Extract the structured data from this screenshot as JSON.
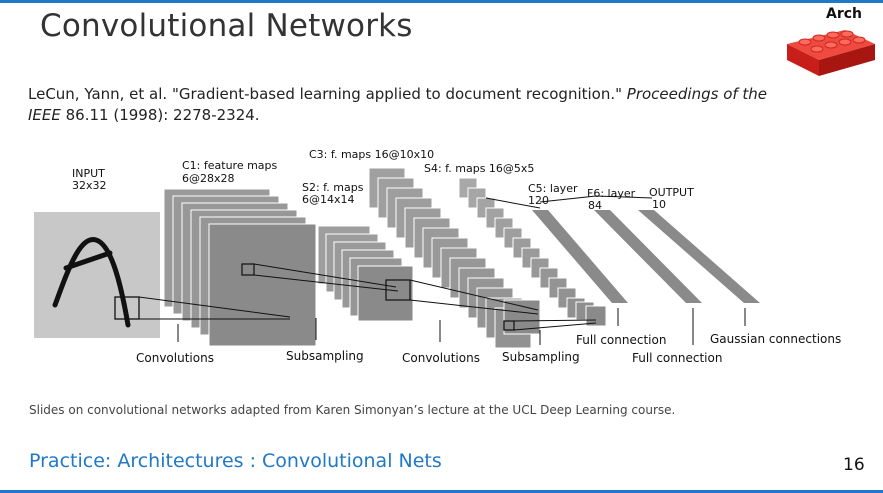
{
  "slide": {
    "title": "Convolutional Networks",
    "badge_label": "Arch",
    "citation": {
      "authors": "LeCun, Yann, et al. \"Gradient-based learning applied to document recognition.\" ",
      "journal_part1": "Proceedings of the",
      "journal_part2": "IEEE",
      "details": " 86.11 (1998): 2278-2324."
    },
    "footnote": "Slides on convolutional networks adapted from Karen Simonyan’s lecture at the UCL Deep Learning course.",
    "footer_title": "Practice: Architectures : Convolutional Nets",
    "page_number": "16"
  },
  "diagram": {
    "layers": {
      "input_name": "INPUT",
      "input_size": "32x32",
      "c1_name": "C1: feature maps",
      "c1_size": "6@28x28",
      "s2_name": "S2: f. maps",
      "s2_size": "6@14x14",
      "c3": "C3: f. maps 16@10x10",
      "s4": "S4: f. maps 16@5x5",
      "c5_name": "C5: layer",
      "c5_size": "120",
      "f6_name": "F6: layer",
      "f6_size": "84",
      "output_name": "OUTPUT",
      "output_size": "10"
    },
    "operations": {
      "convolutions_1": "Convolutions",
      "subsampling_1": "Subsampling",
      "convolutions_2": "Convolutions",
      "subsampling_2": "Subsampling",
      "full_connection_1": "Full connection",
      "full_connection_2": "Full connection",
      "gaussian": "Gaussian connections"
    }
  },
  "colors": {
    "accent_blue": "#1f78c8",
    "brick_red": "#e02a25"
  }
}
